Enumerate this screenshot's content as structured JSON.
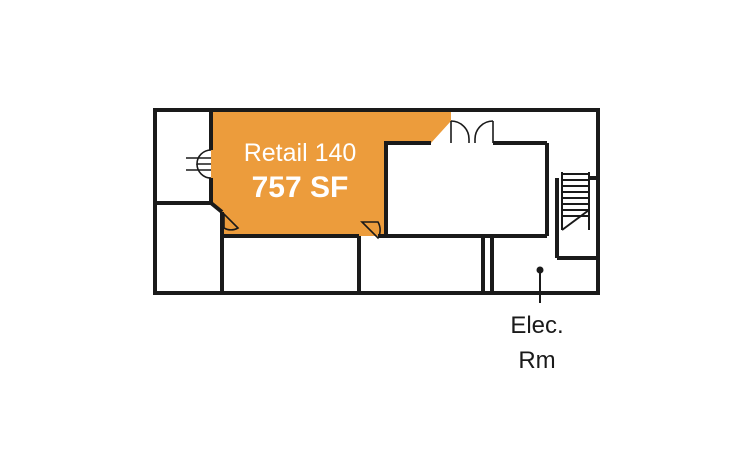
{
  "retail_unit": {
    "name": "Retail 140",
    "area": "757 SF",
    "highlight_color": "#ec9c3c"
  },
  "elec_room": {
    "label_line1": "Elec.",
    "label_line2": "Rm"
  },
  "colors": {
    "wall": "#1a1a1a",
    "background": "#ffffff"
  }
}
